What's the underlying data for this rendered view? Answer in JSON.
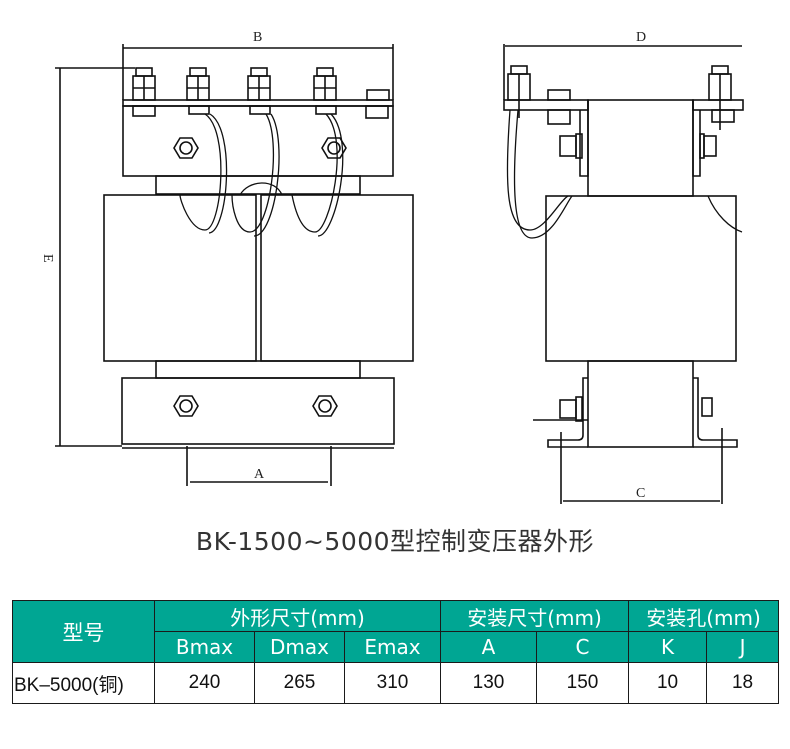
{
  "drawing": {
    "front_view": {
      "dim_labels": {
        "width": "B",
        "height": "E",
        "mount": "A"
      }
    },
    "side_view": {
      "dim_labels": {
        "depth": "D",
        "mount": "C"
      }
    }
  },
  "caption": "BK-1500~5000型控制变压器外形",
  "table": {
    "header_color": "#00a693",
    "model_header": "型号",
    "groups": [
      {
        "label": "外形尺寸(mm)",
        "columns": [
          "Bmax",
          "Dmax",
          "Emax"
        ]
      },
      {
        "label": "安装尺寸(mm)",
        "columns": [
          "A",
          "C"
        ]
      },
      {
        "label": "安装孔(mm)",
        "columns": [
          "K",
          "J"
        ]
      }
    ],
    "rows": [
      {
        "model": "BK–5000(铜)",
        "values": [
          "240",
          "265",
          "310",
          "130",
          "150",
          "10",
          "18"
        ]
      }
    ]
  }
}
